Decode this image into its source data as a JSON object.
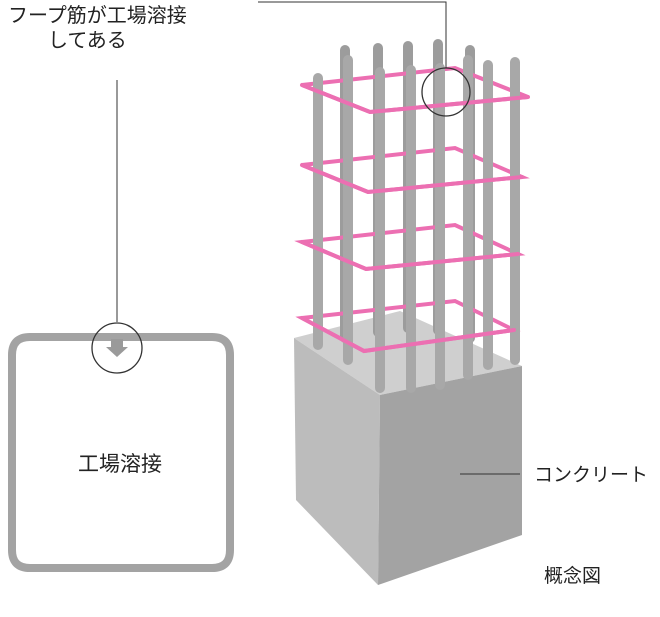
{
  "annotation_hoop": {
    "line1": "フープ筋が工場溶接",
    "line2": "してある"
  },
  "detail_label": "工場溶接",
  "concrete_label": "コンクリート",
  "caption": "概念図",
  "colors": {
    "hoop": "#ec6fb2",
    "rebar": "#a8a8a8",
    "concrete_front": "#a3a3a3",
    "concrete_side": "#bcbcbc",
    "concrete_top": "#cfcfcf",
    "detail_ring": "#a3a3a3",
    "leader_line": "#333333"
  },
  "icons": [
    "magnifier-circle-icon",
    "weld-arrow-icon"
  ]
}
